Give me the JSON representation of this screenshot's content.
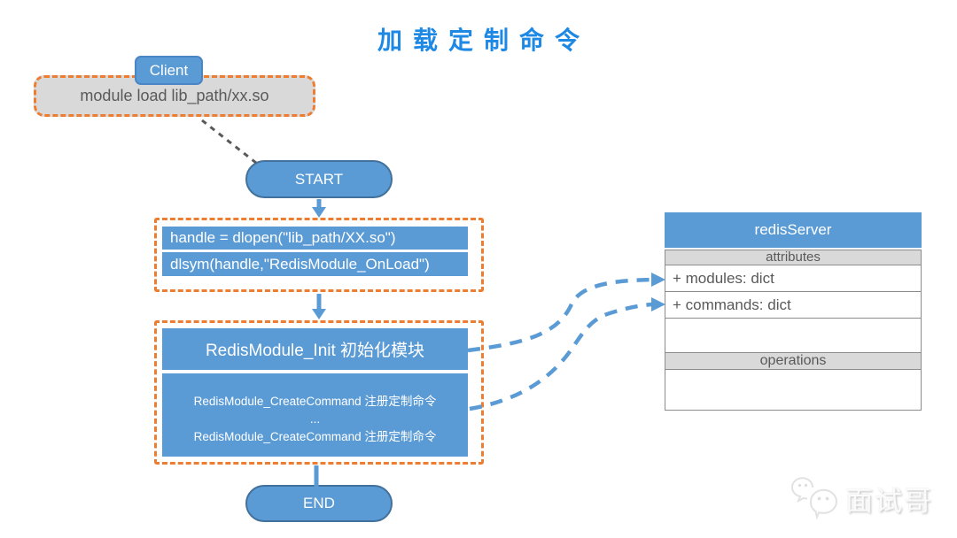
{
  "title": "加载定制命令",
  "colors": {
    "title_blue": "#1E88E5",
    "accent_blue": "#5B9BD5",
    "ellipse_border": "#41719C",
    "dashed_orange": "#ED7D31",
    "gray_fill": "#D9D9D9",
    "text_gray": "#595959",
    "border_gray": "#8C8C8C"
  },
  "client": {
    "label": "Client",
    "command": "module load lib_path/xx.so"
  },
  "flow": {
    "start_label": "START",
    "end_label": "END",
    "dlopen_step": "handle = dlopen(\"lib_path/XX.so\")",
    "dlsym_step": "dlsym(handle,\"RedisModule_OnLoad\")",
    "init_step": "RedisModule_Init 初始化模块",
    "create_command_1": "RedisModule_CreateCommand 注册定制命令",
    "ellipsis": "...",
    "create_command_2": "RedisModule_CreateCommand 注册定制命令"
  },
  "class_box": {
    "title": "redisServer",
    "attributes_header": "attributes",
    "attributes": [
      "+ modules: dict",
      "+ commands: dict"
    ],
    "operations_header": "operations"
  },
  "watermark": {
    "text": "面试哥",
    "icon": "wechat-icon"
  }
}
